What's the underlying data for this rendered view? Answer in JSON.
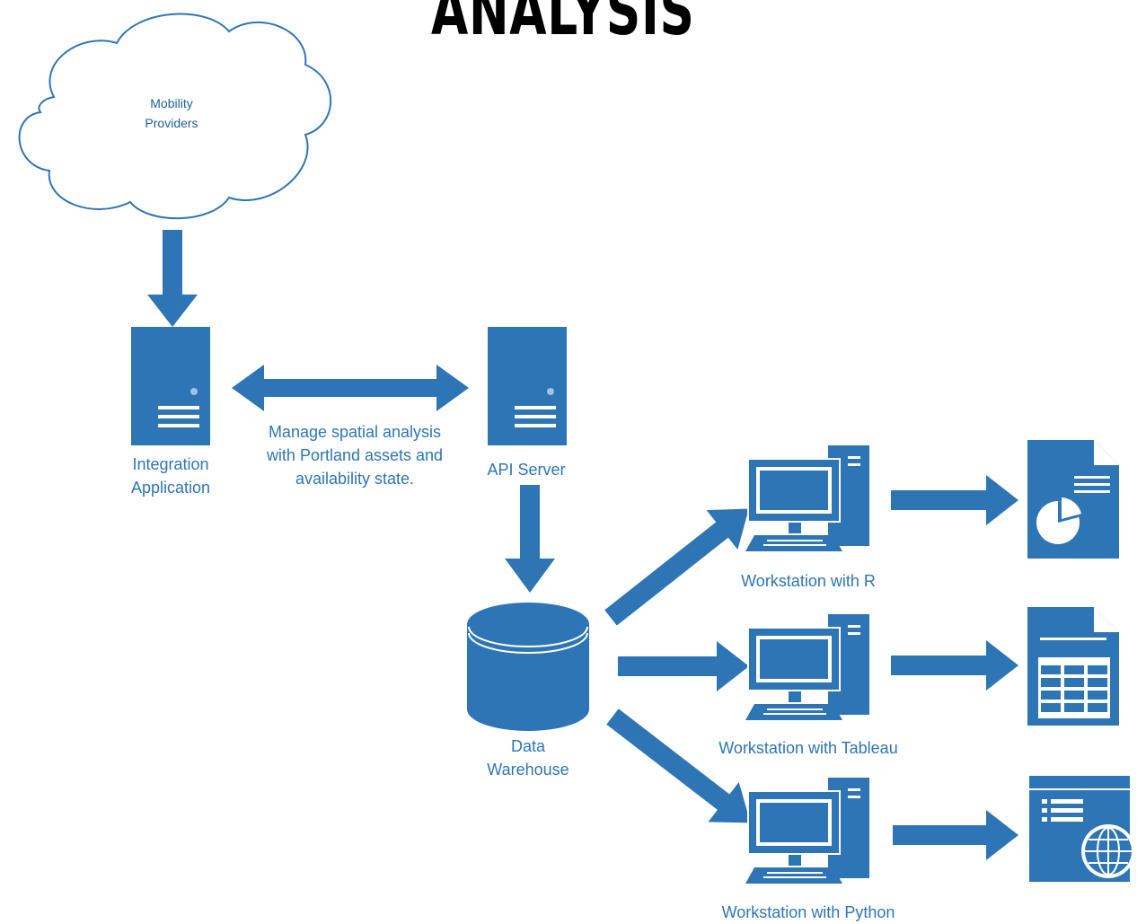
{
  "title": "ANALYSIS",
  "colors": {
    "primary": "#2e75b6",
    "label": "#2e75b6",
    "outline": "#2e75b6"
  },
  "nodes": {
    "cloud": {
      "line1": "Mobility",
      "line2": "Providers",
      "icon": "cloud-icon"
    },
    "integration": {
      "line1": "Integration",
      "line2": "Application",
      "icon": "server-icon"
    },
    "api_server": {
      "label": "API Server",
      "icon": "server-icon"
    },
    "warehouse": {
      "line1": "Data",
      "line2": "Warehouse",
      "icon": "database-icon"
    },
    "ws_r": {
      "label": "Workstation with R",
      "icon": "workstation-icon"
    },
    "ws_tableau": {
      "label": "Workstation with Tableau",
      "icon": "workstation-icon"
    },
    "ws_python": {
      "label": "Workstation with Python",
      "icon": "workstation-icon"
    },
    "out_report": {
      "icon": "pie-chart-report-icon"
    },
    "out_sheet": {
      "icon": "spreadsheet-icon"
    },
    "out_web": {
      "icon": "web-app-icon"
    }
  },
  "edge_labels": {
    "integration_api": {
      "line1": "Manage spatial analysis",
      "line2": "with Portland assets and",
      "line3": "availability state."
    }
  }
}
